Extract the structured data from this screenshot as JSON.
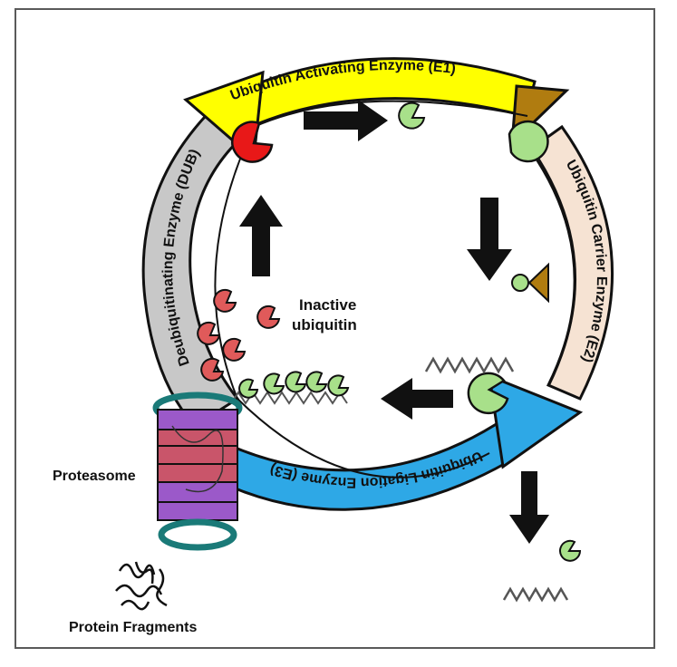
{
  "labels": {
    "e1": "Ubiquitin Activating Enzyme (E1)",
    "e2": "Ubiquitin Carrier Enzyme (E2)",
    "e3": "Ubiquitin Ligation Enzyme (E3)",
    "dub": "Deubiquitinating Enzyme (DUB)",
    "inactive_line1": "Inactive",
    "inactive_line2": "ubiquitin",
    "proteasome": "Proteasome",
    "fragments": "Protein Fragments"
  },
  "colors": {
    "e1": "#ffff00",
    "e2": "#f6e3d3",
    "e3": "#2ea8e6",
    "dub": "#c8c8c8",
    "e1_triangle": "#b07c10",
    "ubiquitin_active": "#a8e08a",
    "ubiquitin_red": "#e81818",
    "ubiquitin_inactive": "#e05a5a",
    "proteasome_band_purple": "#9b59c9",
    "proteasome_band_red": "#c9556a",
    "proteasome_ring": "#1a7a78"
  }
}
